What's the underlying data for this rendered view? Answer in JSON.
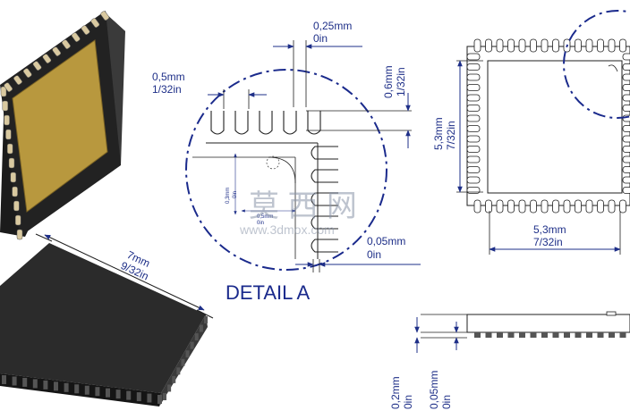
{
  "colors": {
    "line": "#1f1f1f",
    "dim": "#1e2f88",
    "detail": "#1a2a8c",
    "chip_top": "#1b1b1b",
    "pad_gold": "#b8983e",
    "pin": "#d9c9a0",
    "body_dark": "#2a2a2a",
    "watermark": "#8a95a8"
  },
  "iso_chip": {
    "width_mm": "7mm",
    "width_in": "9/32in"
  },
  "detail": {
    "title": "DETAIL A",
    "pitch_mm": "0,5mm",
    "pitch_in": "1/32in",
    "pin_w_mm": "0,25mm",
    "pin_w_in": "0in",
    "pin_len_mm": "0,6mm",
    "pin_len_in": "1/32in",
    "gap_mm": "0,05mm",
    "gap_in": "0in",
    "small_a_mm": "0,3mm",
    "small_a_in": "0in",
    "small_b_mm": "0,5mm",
    "small_b_in": "0in"
  },
  "top_view": {
    "pad_w_mm": "5,3mm",
    "pad_w_in": "7/32in",
    "pad_h_mm": "5,3mm",
    "pad_h_in": "7/32in"
  },
  "side_view": {
    "height_mm": "0,2mm",
    "height_in": "0in",
    "standoff_mm": "0,05mm",
    "standoff_in": "0in"
  },
  "watermark": {
    "cn": "莫 西 网",
    "url": "www.3dmox.com"
  }
}
